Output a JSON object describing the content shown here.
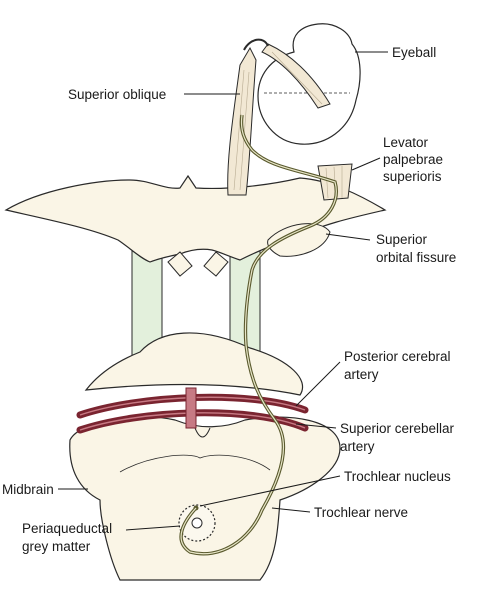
{
  "labels": {
    "eyeball": "Eyeball",
    "superior_oblique": "Superior oblique",
    "levator_1": "Levator",
    "levator_2": "palpebrae",
    "levator_3": "superioris",
    "sof_1": "Superior",
    "sof_2": "orbital fissure",
    "pca_1": "Posterior cerebral",
    "pca_2": "artery",
    "sca_1": "Superior cerebellar",
    "sca_2": "artery",
    "trochlear_nucleus": "Trochlear nucleus",
    "trochlear_nerve": "Trochlear nerve",
    "midbrain": "Midbrain",
    "pag_1": "Periaqueductal",
    "pag_2": "grey matter"
  },
  "colors": {
    "tissue": "#faf5e6",
    "outline": "#2a2a2a",
    "muscle": "#f2e8d4",
    "green_stalk": "#e3f0dc",
    "artery": "#7a2430",
    "artery_light": "#c77a84",
    "nerve": "#5a5a2e",
    "nerve_light": "#e8e6c8"
  }
}
